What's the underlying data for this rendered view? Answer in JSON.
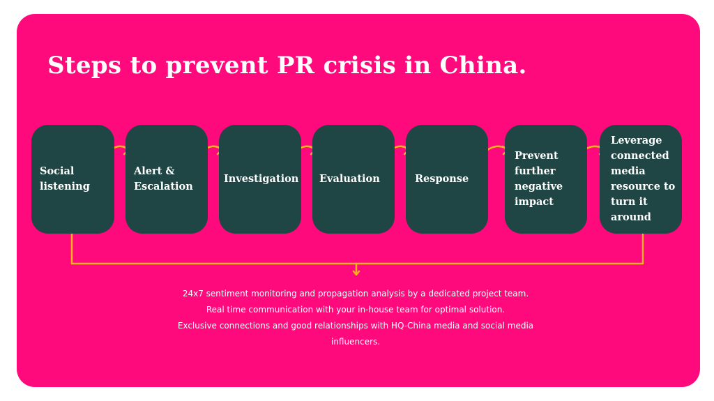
{
  "title": "Steps to prevent PR crisis in China.",
  "colors": {
    "background": "#ff0a7c",
    "step_fill": "#1f4645",
    "arrow": "#f5b21c",
    "text": "#ffffff"
  },
  "steps": [
    {
      "label": "Social listening"
    },
    {
      "label": "Alert & Escalation"
    },
    {
      "label": "Investigation"
    },
    {
      "label": "Evaluation"
    },
    {
      "label": "Response"
    },
    {
      "label": "Prevent further negative impact"
    },
    {
      "label": "Leverage connected media resource to turn it around"
    }
  ],
  "description": {
    "lines": [
      "24x7 sentiment monitoring and propagation analysis by a dedicated project team.",
      "Real time communication with your in-house team for optimal solution.",
      "Exclusive connections and good relationships with HQ-China media and social media influencers."
    ]
  }
}
